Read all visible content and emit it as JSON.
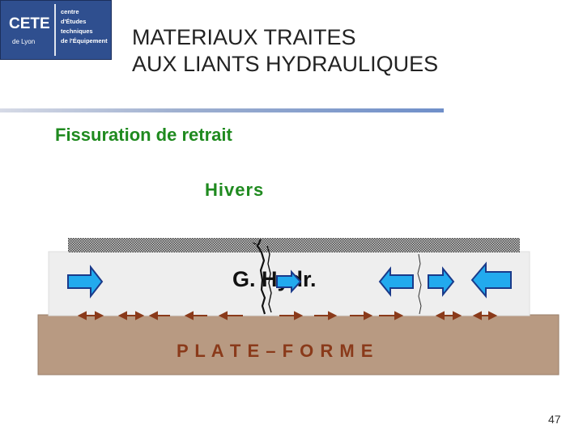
{
  "logo": {
    "brand": "CETE",
    "city": "de Lyon",
    "lines": [
      "centre",
      "d'Études",
      "techniques",
      "de l'Équipement"
    ],
    "colors": {
      "bg": "#2f4f8f",
      "text": "#ffffff"
    }
  },
  "title": {
    "line1": "MATERIAUX TRAITES",
    "line2": "AUX LIANTS HYDRAULIQUES"
  },
  "subtitle": "Fissuration de retrait",
  "season": "Hivers",
  "diagram": {
    "layer_label": "G. Hydr.",
    "base_label": "P L A T E – F O R M E",
    "colors": {
      "layer": "#eeeeee",
      "surface_hatch": "#555555",
      "platform": "#b89a82",
      "platform_text": "#8a3a1a",
      "arrow_fill": "#22aaee",
      "arrow_stroke": "#1a3a8a",
      "small_arrow": "#8a3a1a"
    },
    "icons": {
      "blue_arrows": [
        "arrow-right-icon",
        "arrow-right-icon",
        "arrow-left-icon",
        "arrow-right-icon",
        "arrow-left-icon"
      ],
      "friction_arrows": [
        "double-arrow-icon"
      ]
    }
  },
  "page_number": "47"
}
